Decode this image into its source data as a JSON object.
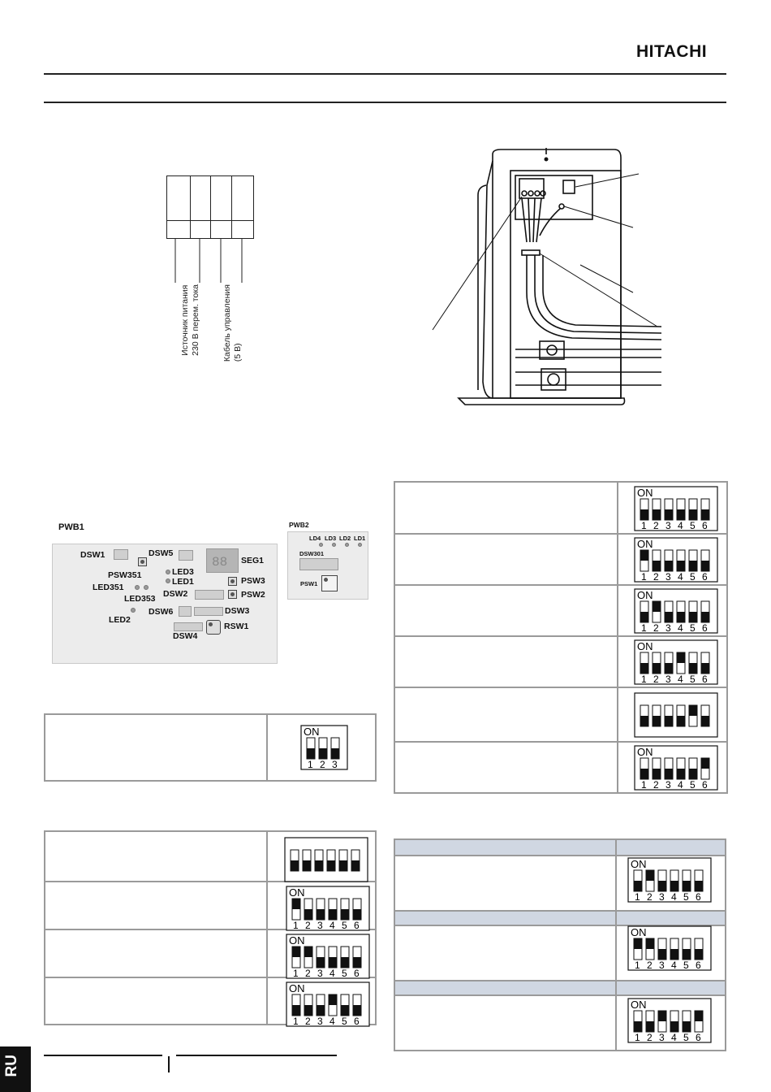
{
  "header": {
    "logo": "HITACHI"
  },
  "wiring": {
    "label_power": "Источник питания\n230 В перем. тока",
    "label_control": "Кабель управления\n(5 В)"
  },
  "pwb1": {
    "title": "PWB1",
    "labels": {
      "dsw1": "DSW1",
      "dsw5": "DSW5",
      "seg1": "SEG1",
      "psw351": "PSW351",
      "led3": "LED3",
      "led1": "LED1",
      "led351": "LED351",
      "psw3": "PSW3",
      "dsw2": "DSW2",
      "psw2": "PSW2",
      "led353": "LED353",
      "dsw6": "DSW6",
      "dsw3": "DSW3",
      "led2": "LED2",
      "rsw1": "RSW1",
      "dsw4": "DSW4"
    }
  },
  "pwb2": {
    "title": "PWB2",
    "labels": {
      "ld4": "LD4",
      "ld3": "LD3",
      "ld2": "LD2",
      "ld1": "LD1",
      "dsw301": "DSW301",
      "psw1": "PSW1"
    }
  },
  "dip": {
    "on_label": "ON"
  },
  "switch_sets": {
    "lt1": {
      "on_label": true,
      "count": 3,
      "states": [
        0,
        0,
        0
      ]
    },
    "lt2_0": {
      "on_label": false,
      "count": 6,
      "states": [
        0,
        0,
        0,
        0,
        0,
        0
      ]
    },
    "lt2_1": {
      "on_label": true,
      "count": 6,
      "states": [
        1,
        0,
        0,
        0,
        0,
        0
      ]
    },
    "lt2_2": {
      "on_label": true,
      "count": 6,
      "states": [
        1,
        1,
        0,
        0,
        0,
        0
      ]
    },
    "lt2_3": {
      "on_label": true,
      "count": 6,
      "states": [
        0,
        0,
        0,
        1,
        0,
        0
      ]
    },
    "rt1_0": {
      "on_label": true,
      "count": 6,
      "states": [
        0,
        0,
        0,
        0,
        0,
        0
      ]
    },
    "rt1_1": {
      "on_label": true,
      "count": 6,
      "states": [
        1,
        0,
        0,
        0,
        0,
        0
      ]
    },
    "rt1_2": {
      "on_label": true,
      "count": 6,
      "states": [
        0,
        1,
        0,
        0,
        0,
        0
      ]
    },
    "rt1_3": {
      "on_label": true,
      "count": 6,
      "states": [
        0,
        0,
        0,
        1,
        0,
        0
      ]
    },
    "rt1_4": {
      "on_label": false,
      "count": 6,
      "states": [
        0,
        0,
        0,
        0,
        1,
        0
      ]
    },
    "rt1_5": {
      "on_label": true,
      "count": 6,
      "states": [
        0,
        0,
        0,
        0,
        0,
        1
      ]
    },
    "rt2_0": {
      "on_label": true,
      "count": 6,
      "states": [
        0,
        1,
        0,
        0,
        0,
        0
      ]
    },
    "rt2_1": {
      "on_label": true,
      "count": 6,
      "states": [
        1,
        1,
        0,
        0,
        0,
        0
      ]
    },
    "rt2_2": {
      "on_label": true,
      "count": 6,
      "states": [
        0,
        0,
        1,
        0,
        0,
        1
      ]
    }
  },
  "footer": {
    "lang": "RU"
  }
}
